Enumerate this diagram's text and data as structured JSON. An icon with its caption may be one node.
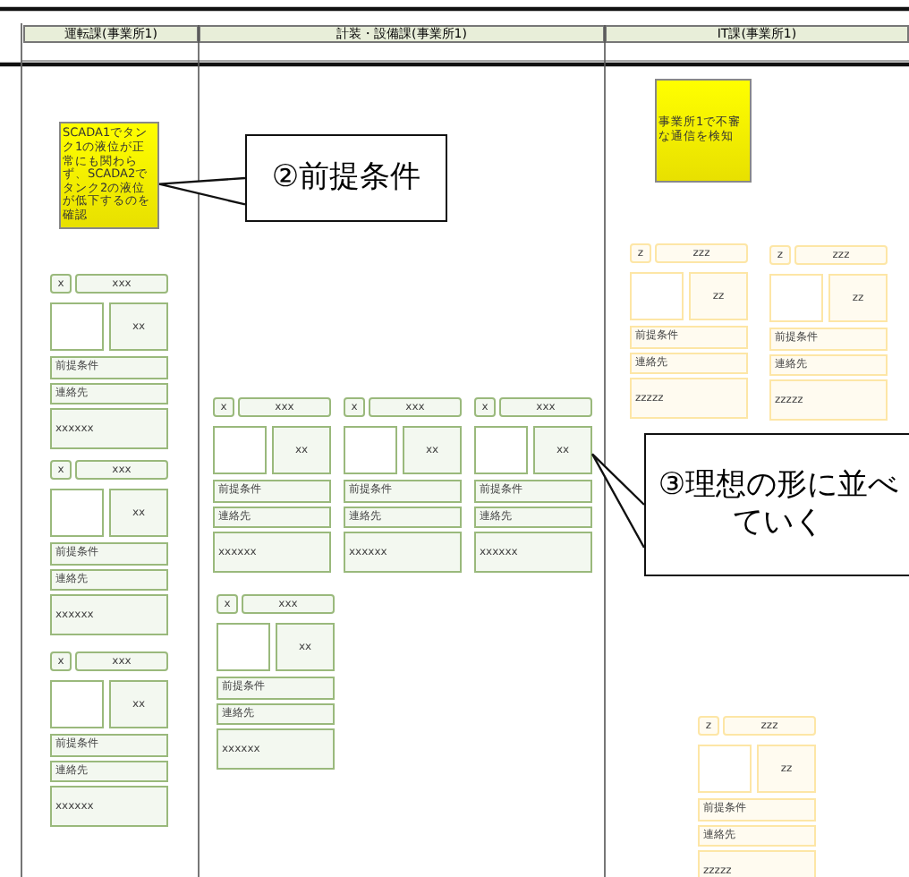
{
  "diagram": {
    "nodes": [
      {
        "text": [
          "SCADA1でタンク1の液位が正常にも関わらず、SCADA2でタンク2の液位が低下するのを確認"
        ]
      },
      {
        "text": [
          "②前提条件"
        ]
      },
      {
        "text": [
          "事業所1で不審な通信を検知"
        ]
      },
      {
        "text": [
          "x"
        ]
      },
      {
        "text": [
          "xxx"
        ]
      },
      {
        "text": [],
        "shape": "box"
      },
      {
        "text": [
          "xx"
        ]
      },
      {
        "text": [
          "前提条件"
        ]
      },
      {
        "text": [
          "連絡先"
        ]
      },
      {
        "text": [
          "xxxxxx"
        ]
      },
      {
        "text": [
          "x"
        ]
      },
      {
        "text": [
          "xxx"
        ]
      },
      {
        "text": [],
        "shape": "box"
      },
      {
        "text": [
          "xx"
        ]
      },
      {
        "text": [
          "前提条件"
        ]
      },
      {
        "text": [
          "連絡先"
        ]
      },
      {
        "text": [
          "xxxxxx"
        ]
      },
      {
        "text": [
          "x"
        ]
      },
      {
        "text": [
          "xxx"
        ]
      },
      {
        "text": [],
        "shape": "box"
      },
      {
        "text": [
          "xx"
        ]
      },
      {
        "text": [
          "前提条件"
        ]
      },
      {
        "text": [
          "連絡先"
        ]
      },
      {
        "text": [
          "xxxxxx"
        ]
      },
      {
        "text": [
          "x"
        ]
      },
      {
        "text": [
          "xxx"
        ]
      },
      {
        "text": [],
        "shape": "box"
      },
      {
        "text": [
          "xx"
        ]
      },
      {
        "text": [
          "前提条件"
        ]
      },
      {
        "text": [
          "連絡先"
        ]
      },
      {
        "text": [
          "xxxxxx"
        ]
      },
      {
        "text": [
          "x"
        ]
      },
      {
        "text": [
          "xxx"
        ]
      },
      {
        "text": [],
        "shape": "box"
      },
      {
        "text": [
          "xx"
        ]
      },
      {
        "text": [
          "前提条件"
        ]
      },
      {
        "text": [
          "連絡先"
        ]
      },
      {
        "text": [
          "xxxxxx"
        ]
      },
      {
        "text": [
          "x"
        ]
      },
      {
        "text": [
          "xxx"
        ]
      },
      {
        "text": [],
        "shape": "box"
      },
      {
        "text": [
          "xx"
        ]
      },
      {
        "text": [
          "前提条件"
        ]
      },
      {
        "text": [
          "連絡先"
        ]
      },
      {
        "text": [
          "xxxxxx"
        ]
      },
      {
        "text": [
          "x"
        ]
      },
      {
        "text": [
          "xxx"
        ]
      },
      {
        "text": [],
        "shape": "box"
      },
      {
        "text": [
          "xx"
        ]
      },
      {
        "text": [
          "前提条件"
        ]
      },
      {
        "text": [
          "連絡先"
        ]
      },
      {
        "text": [
          "xxxxxx"
        ]
      },
      {
        "text": [
          "z"
        ]
      },
      {
        "text": [
          "zzz"
        ]
      },
      {
        "text": [],
        "shape": "box"
      },
      {
        "text": [
          "zz"
        ]
      },
      {
        "text": [
          "前提条件"
        ]
      },
      {
        "text": [
          "連絡先"
        ]
      },
      {
        "text": [
          "zzzzz"
        ]
      },
      {
        "text": [
          "z"
        ]
      },
      {
        "text": [
          "zzz"
        ]
      },
      {
        "text": [],
        "shape": "box"
      },
      {
        "text": [
          "zz"
        ]
      },
      {
        "text": [
          "前提条件"
        ]
      },
      {
        "text": [
          "連絡先"
        ]
      },
      {
        "text": [
          "zzzzz"
        ]
      },
      {
        "text": [
          "z"
        ]
      },
      {
        "text": [
          "zzz"
        ]
      },
      {
        "text": [],
        "shape": "box"
      },
      {
        "text": [
          "zz"
        ]
      },
      {
        "text": [
          "前提条件"
        ]
      },
      {
        "text": [
          "連絡先"
        ]
      },
      {
        "text": [
          "zzzzz"
        ]
      },
      {
        "text": [
          "③理想の形に並べていく"
        ]
      }
    ],
    "edges": [
      {
        "from": 1,
        "to": 0,
        "arrow": "none"
      },
      {
        "from": 73,
        "to": 41,
        "arrow": "none"
      }
    ],
    "labels": [
      "運転課(事業所1)",
      "計装・設備課(事業所1)",
      "IT課(事業所1)"
    ]
  }
}
